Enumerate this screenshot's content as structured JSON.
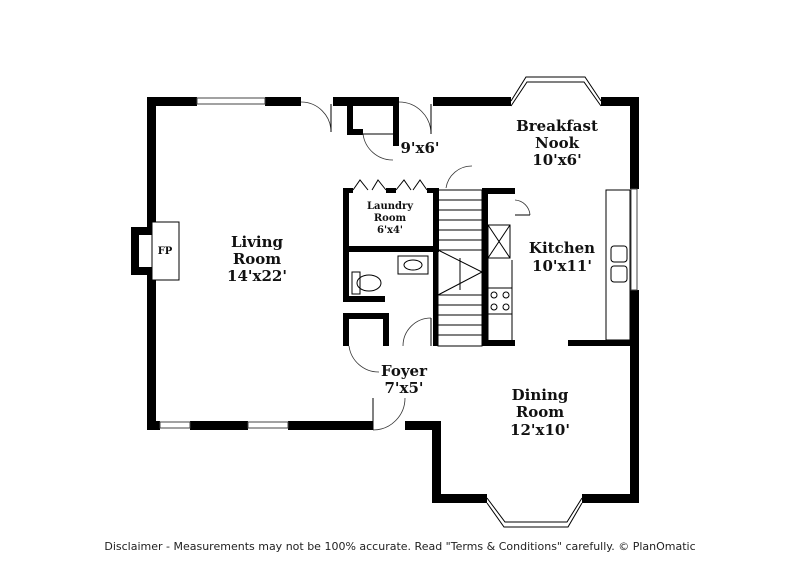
{
  "rooms": {
    "breakfast_nook": {
      "line1": "Breakfast",
      "line2": "Nook",
      "size": "10'x6'"
    },
    "closet_9x6": {
      "size": "9'x6'"
    },
    "laundry": {
      "line1": "Laundry",
      "line2": "Room",
      "size": "6'x4'"
    },
    "living": {
      "line1": "Living",
      "line2": "Room",
      "size": "14'x22'"
    },
    "kitchen": {
      "line1": "Kitchen",
      "size": "10'x11'"
    },
    "foyer": {
      "line1": "Foyer",
      "size": "7'x5'"
    },
    "dining": {
      "line1": "Dining",
      "line2": "Room",
      "size": "12'x10'"
    }
  },
  "fireplace": {
    "label": "FP"
  },
  "footer": {
    "disclaimer": "Disclaimer - Measurements may not be 100% accurate. Read \"Terms & Conditions\" carefully. © PlanOmatic"
  }
}
